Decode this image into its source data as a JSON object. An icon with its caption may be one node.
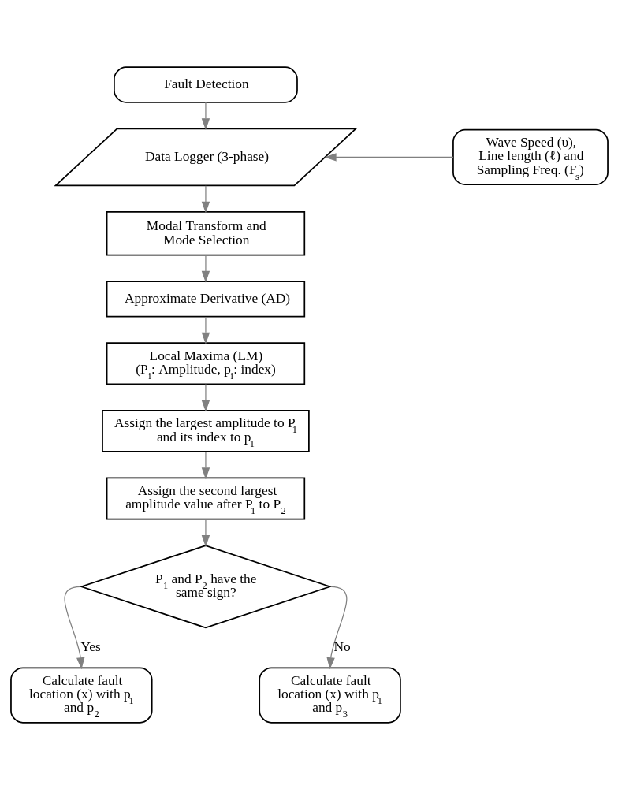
{
  "diagram": {
    "nodes": [
      {
        "text": [
          "Fault Detection"
        ]
      },
      {
        "text": [
          "Data Logger (3-phase)"
        ]
      },
      {
        "text": [
          "Wave Speed (υ), Line length (ℓ) and Sampling Freq. (F$_{s}$)"
        ]
      },
      {
        "text": [
          "Modal Transform and Mode Selection"
        ]
      },
      {
        "text": [
          "Approximate Derivative (AD)"
        ]
      },
      {
        "text": [
          "Local Maxima (LM)",
          "(P$_{i}$: Amplitude, p$_{i}$: index)"
        ]
      },
      {
        "text": [
          "Assign the largest amplitude to P$_{1}$ and its index to p$_{1}$"
        ]
      },
      {
        "text": [
          "Assign the second largest amplitude value after P$_{1}$ to P$_{2}$"
        ]
      },
      {
        "text": [
          "P$_{1}$ and P$_{2}$ have the same sign?"
        ]
      },
      {
        "text": [
          "Calculate fault location (x) with p$_{1}$ and p$_{2}$"
        ]
      },
      {
        "text": [
          "Calculate fault location (x) with p$_{1}$ and p$_{3}$"
        ]
      }
    ],
    "edges": [
      {
        "from": 0,
        "to": 1,
        "arrow": "to"
      },
      {
        "from": 2,
        "to": 1,
        "arrow": "to"
      },
      {
        "from": 1,
        "to": 3,
        "arrow": "to"
      },
      {
        "from": 3,
        "to": 4,
        "arrow": "to"
      },
      {
        "from": 4,
        "to": 5,
        "arrow": "to"
      },
      {
        "from": 5,
        "to": 6,
        "arrow": "to"
      },
      {
        "from": 6,
        "to": 7,
        "arrow": "to"
      },
      {
        "from": 7,
        "to": 8,
        "arrow": "to"
      },
      {
        "from": 8,
        "to": 9,
        "arrow": "to",
        "label": "Yes"
      },
      {
        "from": 8,
        "to": 10,
        "arrow": "to",
        "label": "No"
      }
    ]
  }
}
